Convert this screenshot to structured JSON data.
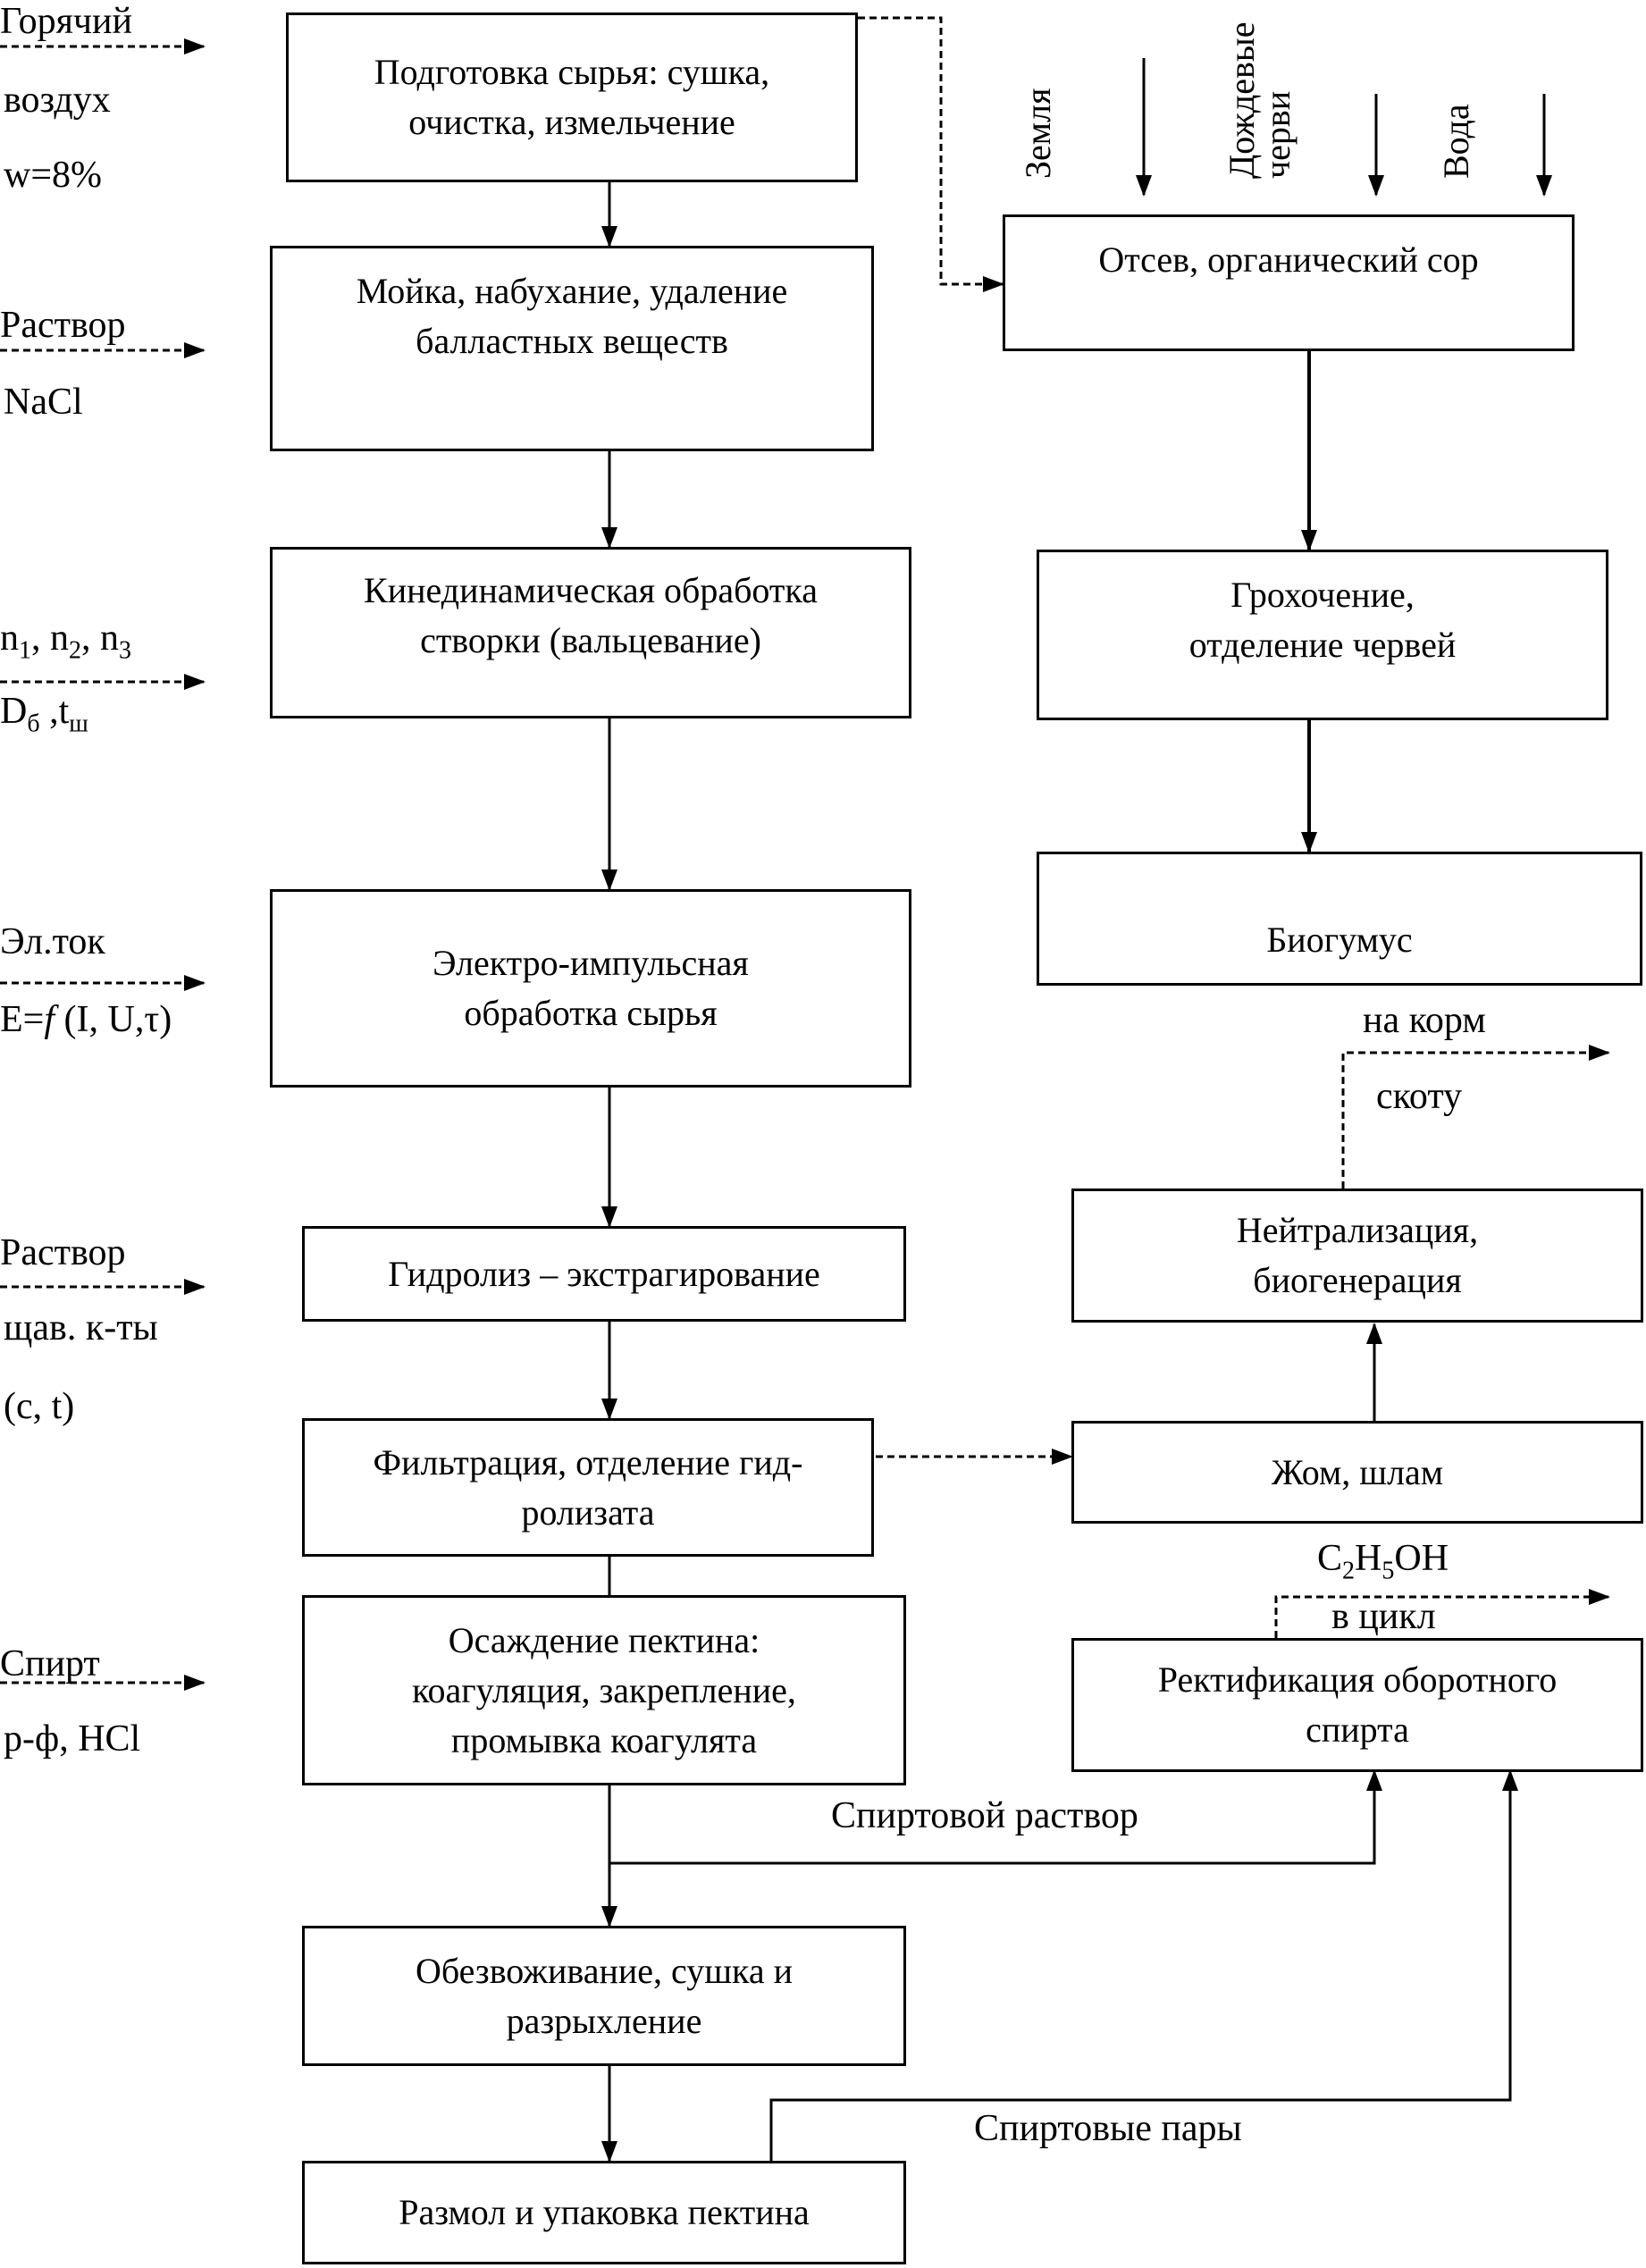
{
  "process": {
    "prep": "Подготовка сырья: сушка,\nочистка, измельчение",
    "wash": "Мойка, набухание, удаление\nбалластных веществ",
    "kinetic": "Кинединамическая обработка\nстворки (вальцевание)",
    "electro": "Электро-импульсная\nобработка сырья",
    "hydrolysis": "Гидролиз – экстрагирование",
    "filtration": "Фильтрация, отделение гид-\nролизата",
    "precipitation": "Осаждение пектина:\nкоагуляция, закрепление,\nпромывка коагулята",
    "dehydration": "Обезвоживание, сушка и\nразрыхление",
    "packing": "Размол и упаковка пектина"
  },
  "side": {
    "screening": "Отсев, органический сор",
    "sifting": "Грохочение,\nотделение червей",
    "biohumus": "Биогумус",
    "neutral": "Нейтрализация,\nбиогенерация",
    "pulp": "Жом, шлам",
    "rect": "Ректификация оборотного\nспирта"
  },
  "inputs": {
    "air_1": "Горячий",
    "air_2": "воздух",
    "air_3": "w=8%",
    "nacl_1": "Раствор",
    "nacl_2": "NaCl",
    "n1": "n",
    "n1_sub": "1",
    "n2": "n",
    "n2_sub": "2",
    "n3": "n",
    "n3_sub": "3",
    "d": "D",
    "d_sub": "б",
    "t": "t",
    "t_sub": "ш",
    "el_1": "Эл.ток",
    "el_2": "E=",
    "el_f": "f",
    "el_3": " (I, U,τ)",
    "acid_1": "Раствор",
    "acid_2": "щав. к-ты",
    "acid_3": "(c, t)",
    "alc_1": "Спирт",
    "alc_2": "р-ф, HCl"
  },
  "top_inputs": {
    "earth": "Земля",
    "worms_1": "Дождевые",
    "worms_2": "черви",
    "water": "Вода"
  },
  "outputs": {
    "feed_1": "на корм",
    "feed_2": "скоту",
    "ethanol_c": "C",
    "ethanol_c_sub": "2",
    "ethanol_h": "H",
    "ethanol_h_sub": "5",
    "ethanol_oh": "OH",
    "cycle": "в цикл",
    "alc_solution": "Спиртовой раствор",
    "alc_vapors": "Спиртовые пары"
  }
}
